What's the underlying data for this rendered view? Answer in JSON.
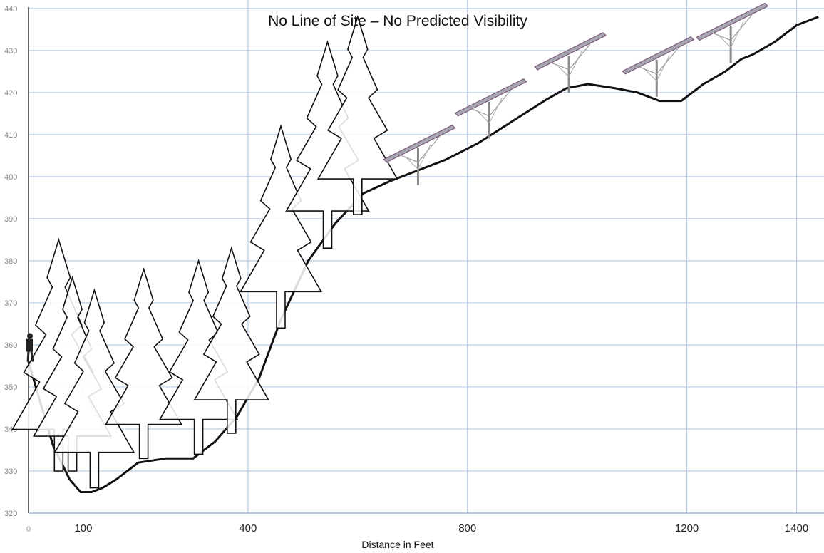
{
  "title": "No Line of Site – No Predicted Visibility",
  "chart_data": {
    "type": "area",
    "title": "No Line of Site – No Predicted Visibility",
    "xlabel": "Distance in Feet",
    "ylabel": "",
    "xlim": [
      0,
      1450
    ],
    "ylim": [
      320,
      442
    ],
    "grid": true,
    "x_ticks": [
      {
        "label": "0",
        "value": 0
      },
      {
        "label": "100",
        "value": 100
      },
      {
        "label": "400",
        "value": 400
      },
      {
        "label": "800",
        "value": 800
      },
      {
        "label": "1200",
        "value": 1200
      },
      {
        "label": "1400",
        "value": 1400
      }
    ],
    "x_gridlines": [
      400,
      800,
      1200,
      1400
    ],
    "y_ticks": [
      {
        "label": "320",
        "value": 320
      },
      {
        "label": "330",
        "value": 330
      },
      {
        "label": "340",
        "value": 340
      },
      {
        "label": "350",
        "value": 350
      },
      {
        "label": "360",
        "value": 360
      },
      {
        "label": "370",
        "value": 370
      },
      {
        "label": "380",
        "value": 380
      },
      {
        "label": "390",
        "value": 390
      },
      {
        "label": "400",
        "value": 400
      },
      {
        "label": "410",
        "value": 410
      },
      {
        "label": "420",
        "value": 420
      },
      {
        "label": "430",
        "value": 430
      },
      {
        "label": "440",
        "value": 440
      }
    ],
    "series": [
      {
        "x": [
          0,
          20,
          45,
          75,
          95,
          115,
          135,
          160,
          200,
          250,
          300,
          340,
          380,
          420,
          460,
          510,
          560,
          610,
          660,
          700,
          760,
          820,
          880,
          940,
          980,
          1020,
          1070,
          1110,
          1150,
          1190,
          1230,
          1270,
          1300,
          1320,
          1360,
          1400,
          1440
        ],
        "y": [
          356,
          347,
          336,
          328,
          325,
          325,
          326,
          328,
          332,
          333,
          333,
          337,
          343,
          352,
          366,
          380,
          389,
          396,
          399,
          401,
          404,
          408,
          413,
          418,
          421,
          422,
          421,
          420,
          418,
          418,
          422,
          425,
          428,
          429,
          432,
          436,
          438
        ]
      }
    ],
    "trees": [
      {
        "x": 55,
        "base": 330,
        "top": 385
      },
      {
        "x": 80,
        "base": 330,
        "top": 376
      },
      {
        "x": 120,
        "base": 326,
        "top": 373
      },
      {
        "x": 210,
        "base": 333,
        "top": 378
      },
      {
        "x": 310,
        "base": 334,
        "top": 380
      },
      {
        "x": 370,
        "base": 339,
        "top": 383
      },
      {
        "x": 460,
        "base": 364,
        "top": 412
      },
      {
        "x": 545,
        "base": 383,
        "top": 432
      },
      {
        "x": 600,
        "base": 391,
        "top": 438
      }
    ],
    "solar_panels": [
      {
        "x": 710,
        "y": 398
      },
      {
        "x": 840,
        "y": 409
      },
      {
        "x": 985,
        "y": 420
      },
      {
        "x": 1145,
        "y": 419
      },
      {
        "x": 1280,
        "y": 427
      }
    ]
  }
}
